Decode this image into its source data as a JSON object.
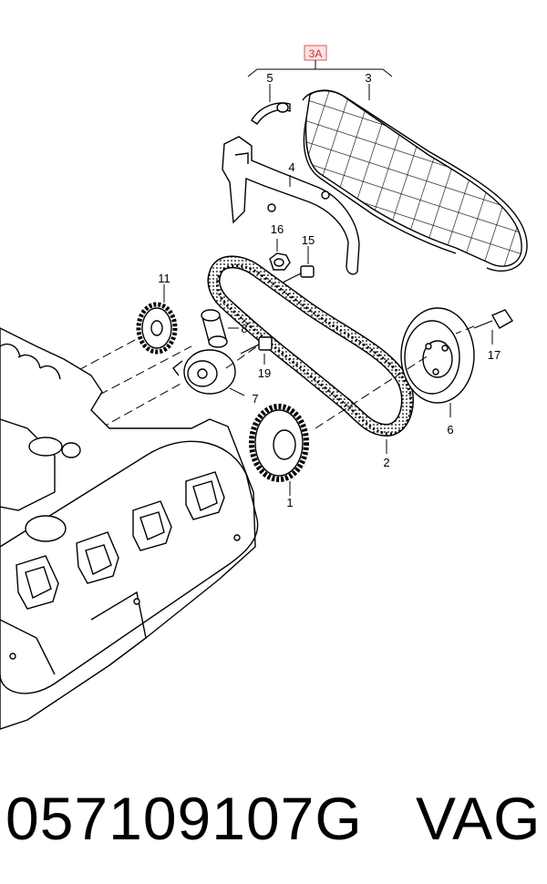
{
  "group_label": "3A",
  "callouts": {
    "c1": "1",
    "c2": "2",
    "c3": "3",
    "c4": "4",
    "c5": "5",
    "c6": "6",
    "c7": "7",
    "c8": "8",
    "c11": "11",
    "c15": "15",
    "c16": "16",
    "c17": "17",
    "c19": "19"
  },
  "caption": {
    "part_number": "057109107G",
    "brand": "VAG"
  },
  "colors": {
    "ink": "#000000",
    "group_box_border": "#e05a5a",
    "group_box_fill": "#fbe3e3"
  }
}
